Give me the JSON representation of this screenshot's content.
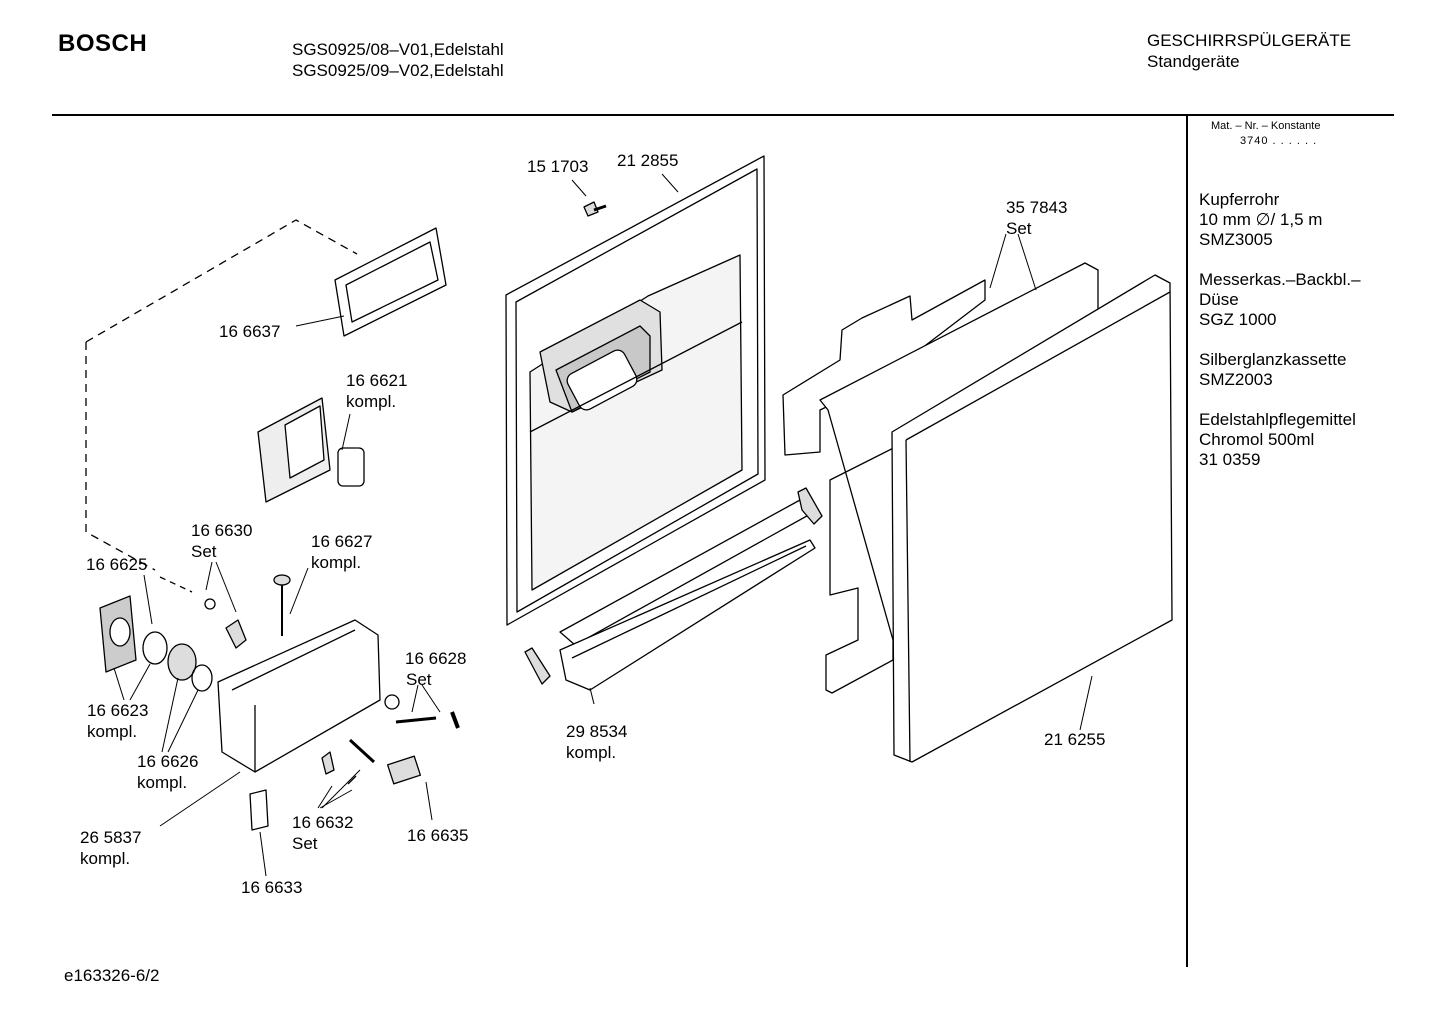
{
  "header": {
    "brand": "BOSCH",
    "model_lines": [
      "SGS0925/08–V01,Edelstahl",
      "SGS0925/09–V02,Edelstahl"
    ],
    "category": "GESCHIRRSPÜLGERÄTE",
    "subcategory": "Standgeräte"
  },
  "sidebar": {
    "mat_label": "Mat. – Nr. – Konstante",
    "mat_value": "3740 . . . . . .",
    "accessories": [
      {
        "lines": [
          "Kupferrohr",
          "10 mm ∅/ 1,5 m",
          "SMZ3005"
        ]
      },
      {
        "lines": [
          "Messerkas.–Backbl.–",
          "Düse",
          "SGZ 1000"
        ]
      },
      {
        "lines": [
          "Silberglanzkassette",
          "SMZ2003"
        ]
      },
      {
        "lines": [
          "Edelstahlpflegemittel",
          "Chromol 500ml",
          "31 0359"
        ]
      }
    ]
  },
  "parts": [
    {
      "number": "15 1703",
      "note": ""
    },
    {
      "number": "21 2855",
      "note": ""
    },
    {
      "number": "35 7843",
      "note": "Set"
    },
    {
      "number": "16 6637",
      "note": ""
    },
    {
      "number": "16 6621",
      "note": "kompl."
    },
    {
      "number": "16 6630",
      "note": "Set"
    },
    {
      "number": "16 6627",
      "note": "kompl."
    },
    {
      "number": "16 6625",
      "note": ""
    },
    {
      "number": "16 6628",
      "note": "Set"
    },
    {
      "number": "16 6623",
      "note": "kompl."
    },
    {
      "number": "16 6626",
      "note": "kompl."
    },
    {
      "number": "29 8534",
      "note": "kompl."
    },
    {
      "number": "21 6255",
      "note": ""
    },
    {
      "number": "26 5837",
      "note": "kompl."
    },
    {
      "number": "16 6632",
      "note": "Set"
    },
    {
      "number": "16 6635",
      "note": ""
    },
    {
      "number": "16 6633",
      "note": ""
    }
  ],
  "footer": {
    "doc_id": "e163326-6/2"
  }
}
